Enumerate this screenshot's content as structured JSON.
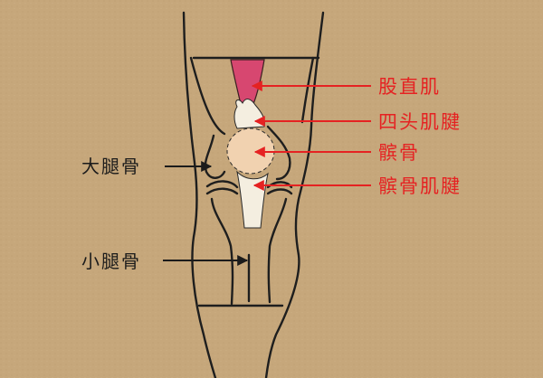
{
  "labels": {
    "quadriceps": "股直肌",
    "quadriceps_tendon": "四头肌腱",
    "patella": "髌骨",
    "patellar_tendon": "髌骨肌腱",
    "femur": "大腿骨",
    "tibia": "小腿骨"
  },
  "colors": {
    "background": "#c6a77b",
    "muscle": "#d74770",
    "patella": "#f1d2b0",
    "tendon": "#f4eee0",
    "label_red": "#e52222",
    "label_dark": "#1b1b1b",
    "outline": "#1e1e1e"
  }
}
